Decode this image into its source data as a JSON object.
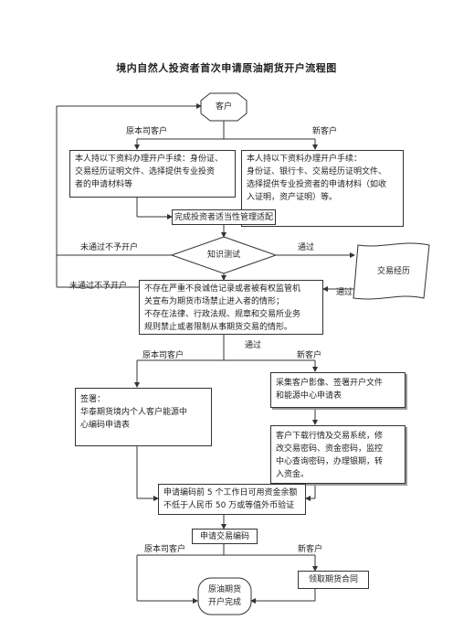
{
  "title": "境内自然人投资者首次申请原油期货开户流程图",
  "customer": "客户",
  "branch_old": "原本司客户",
  "branch_new": "新客户",
  "old_docs": [
    "本人持以下资料办理开户手续：身份证、",
    "交易经历证明文件、选择提供专业投资",
    "者的申请材料等"
  ],
  "new_docs": [
    "本人持以下资料办理开户手续：",
    "身份证、银行卡、交易经历证明文件、",
    "选择提供专业投资者的申请材料（如收",
    "入证明，资产证明）等。"
  ],
  "suitability": "完成投资者适当性管理适配",
  "knowledge_test": "知识测试",
  "fail_label": "未通过不予开户",
  "pass_label": "通过",
  "trade_history": "交易经历",
  "check_text": [
    "不存在严重不良诚信记录或者被有权监管机",
    "关宣布为期货市场禁止进入者的情形；",
    "不存在法律、行政法规、规章和交易所业务",
    "规则禁止或者限制从事期货交易的情形。"
  ],
  "sign_text": [
    "签署：",
    "华泰期货境内个人客户能源中",
    "心编码申请表"
  ],
  "collect_text": [
    "采集客户影像、签署开户文件",
    "和能源中心申请表"
  ],
  "download_text": [
    "客户下载行情及交易系统，修",
    "改交易密码、资金密码，监控",
    "中心查询密码，办理银期，转",
    "入资金。"
  ],
  "fund_check": [
    "申请编码前 5 个工作日可用资金余额",
    "不低于人民币 50 万或等值外币验证"
  ],
  "apply_code": "申请交易编码",
  "contract": "领取期货合同",
  "done": [
    "原油期货",
    "开户完成"
  ]
}
